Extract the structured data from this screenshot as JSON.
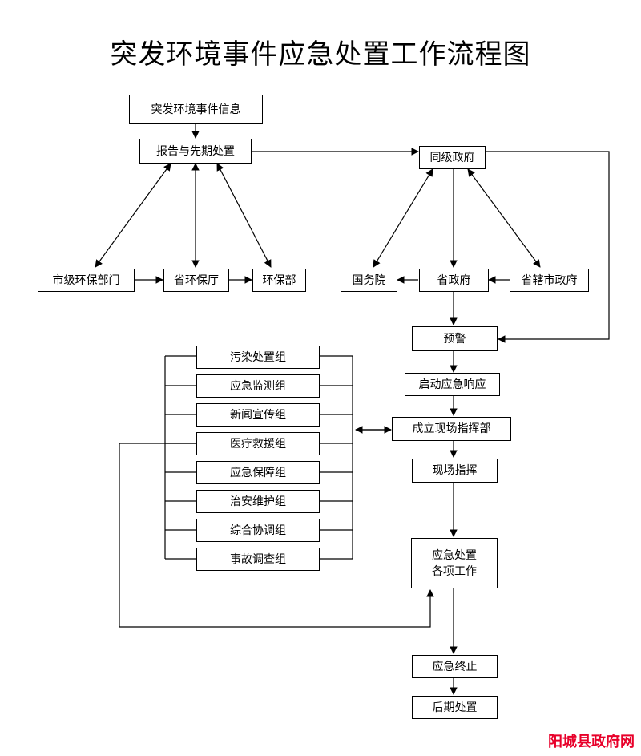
{
  "title": "突发环境事件应急处置工作流程图",
  "nodes": {
    "info": "突发环境事件信息",
    "report": "报告与先期处置",
    "city_epb": "市级环保部门",
    "prov_epd": "省环保厅",
    "mep": "环保部",
    "same_gov": "同级政府",
    "state_council": "国务院",
    "prov_gov": "省政府",
    "city_gov": "省辖市政府",
    "warning": "预警",
    "start_response": "启动应急响应",
    "command_post": "成立现场指挥部",
    "onsite_command": "现场指挥",
    "work_line1": "应急处置",
    "work_line2": "各项工作",
    "terminate": "应急终止",
    "post": "后期处置"
  },
  "groups": [
    "污染处置组",
    "应急监测组",
    "新闻宣传组",
    "医疗救援组",
    "应急保障组",
    "治安维护组",
    "综合协调组",
    "事故调查组"
  ],
  "watermark": "阳城县政府网"
}
